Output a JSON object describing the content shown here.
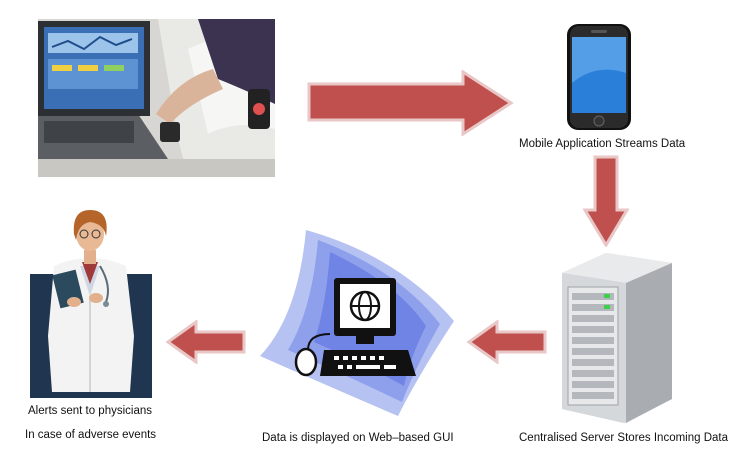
{
  "captions": {
    "mobile": "Mobile Application Streams Data",
    "server": "Centralised Server Stores Incoming Data",
    "web": "Data is displayed on Web–based GUI",
    "alerts": "Alerts sent to physicians",
    "adverse": "In case of adverse events"
  },
  "colors": {
    "arrow_fill": "#c0504d",
    "arrow_stroke": "#e8c7c6",
    "photo_bg": "#d8d6d2",
    "laptop_screen": "#3a6fb5",
    "phone_body": "#111111",
    "phone_screen": "#2a7fd8",
    "server_body": "#c9ccd0",
    "doctor_bg": "#1f3550",
    "web_swoosh": "#4a69d8"
  },
  "icons": {
    "photo": "patient-laptop-photo",
    "phone": "smartphone-icon",
    "server": "server-tower-icon",
    "computer": "web-computer-icon",
    "doctor": "physician-icon"
  }
}
